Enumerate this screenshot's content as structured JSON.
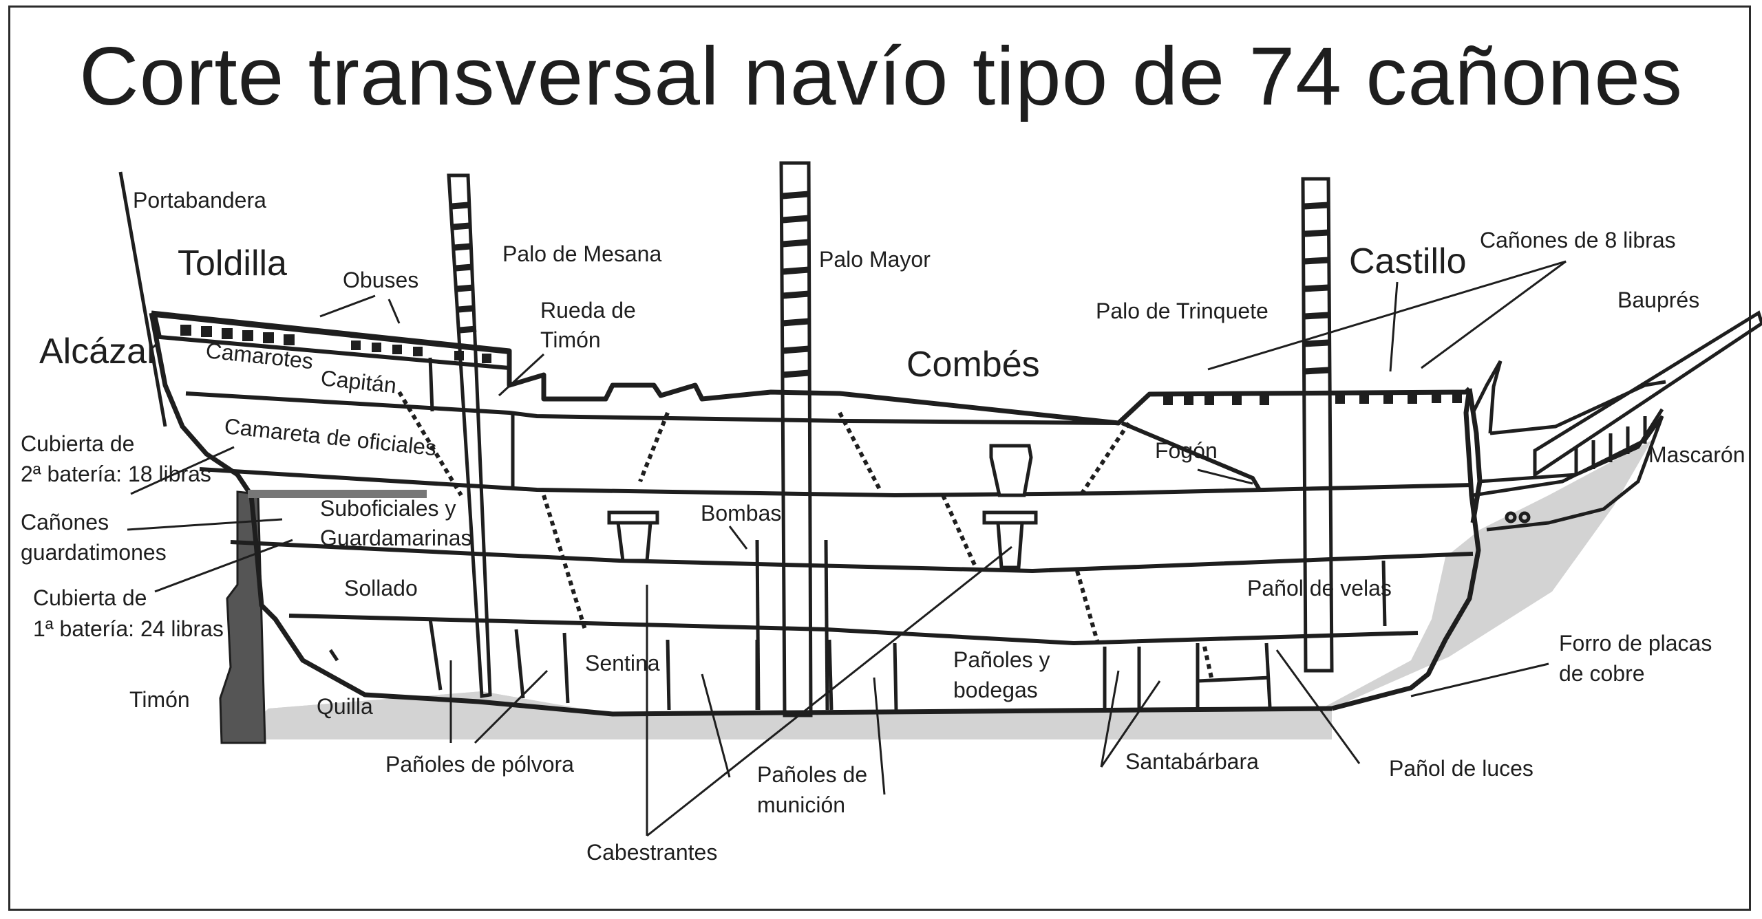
{
  "title": "Corte transversal navío tipo de 74 cañones",
  "colors": {
    "hull_copper": "#d3d3d3",
    "rudder": "#555555",
    "line": "#1e1e1e",
    "background": "#ffffff"
  },
  "labels": {
    "portabandera": "Portabandera",
    "toldilla": "Toldilla",
    "obuses": "Obuses",
    "palo_mesana": "Palo de Mesana",
    "palo_mayor": "Palo Mayor",
    "rueda_timon_1": "Rueda de",
    "rueda_timon_2": "Timón",
    "castillo": "Castillo",
    "canones_8": "Cañones de 8 libras",
    "baupres": "Bauprés",
    "palo_trinquete": "Palo de Trinquete",
    "alcazar": "Alcázar",
    "camarotes": "Camarotes",
    "capitan": "Capitán",
    "combes": "Combés",
    "cubierta2_1": "Cubierta de",
    "cubierta2_2": "2ª batería: 18 libras",
    "camareta": "Camareta de oficiales",
    "fogon": "Fogón",
    "mascaron": "Mascarón",
    "canones_guarda_1": "Cañones",
    "canones_guarda_2": "guardatimones",
    "suboficiales_1": "Suboficiales y",
    "suboficiales_2": "Guardamarinas",
    "bombas": "Bombas",
    "cubierta1_1": "Cubierta de",
    "cubierta1_2": "1ª batería: 24 libras",
    "sollado": "Sollado",
    "panol_velas": "Pañol de velas",
    "sentina": "Sentina",
    "panoles_bodegas_1": "Pañoles y",
    "panoles_bodegas_2": "bodegas",
    "forro_1": "Forro de placas",
    "forro_2": "de cobre",
    "timon": "Timón",
    "quilla": "Quilla",
    "panoles_polvora": "Pañoles de pólvora",
    "panoles_municion_1": "Pañoles de",
    "panoles_municion_2": "munición",
    "santabarbara": "Santabárbara",
    "panol_luces": "Pañol de luces",
    "cabestrantes": "Cabestrantes"
  }
}
